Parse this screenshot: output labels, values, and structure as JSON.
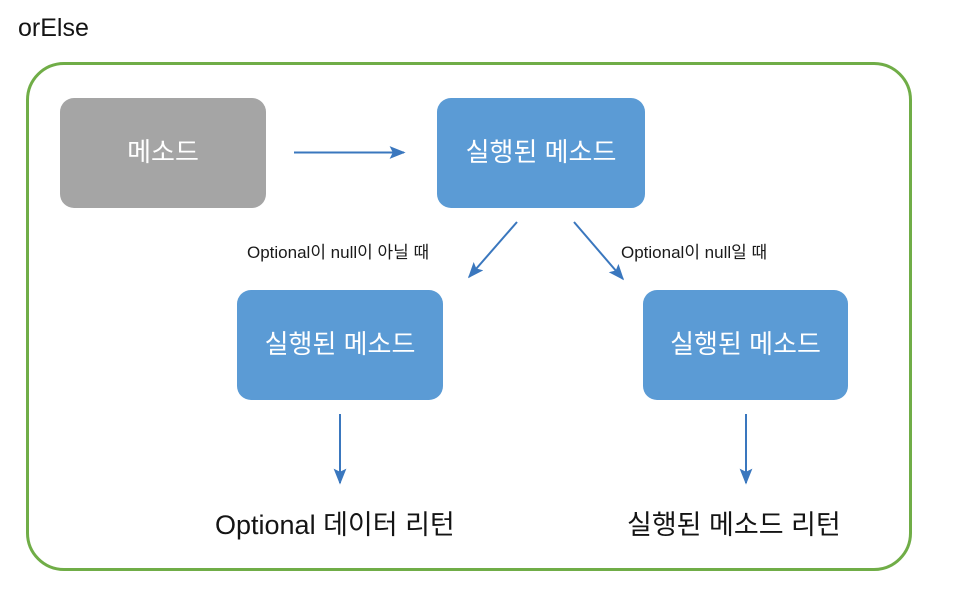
{
  "diagram": {
    "title": "orElse",
    "frame": {
      "border_color": "#70AD47"
    },
    "colors": {
      "gray_node": "#A5A5A5",
      "blue_node": "#5B9BD5",
      "arrow": "#3A77BE",
      "frame_border": "#70AD47",
      "text_dark": "#141414",
      "text_light": "#FFFFFF"
    },
    "nodes": [
      {
        "id": "method",
        "label": "메소드",
        "style": "gray"
      },
      {
        "id": "executed_top",
        "label": "실행된 메소드",
        "style": "blue"
      },
      {
        "id": "executed_left",
        "label": "실행된 메소드",
        "style": "blue"
      },
      {
        "id": "executed_right",
        "label": "실행된 메소드",
        "style": "blue"
      }
    ],
    "edge_labels": {
      "not_null": "Optional이 null이 아닐 때",
      "is_null": "Optional이 null일 때"
    },
    "terminals": {
      "left": "Optional 데이터 리턴",
      "right": "실행된 메소드 리턴"
    },
    "arrows": [
      {
        "id": "method-to-executed",
        "from": "method",
        "to": "executed_top",
        "direction": "right"
      },
      {
        "id": "executed-to-left-branch",
        "from": "executed_top",
        "to": "executed_left",
        "direction": "down-left"
      },
      {
        "id": "executed-to-right-branch",
        "from": "executed_top",
        "to": "executed_right",
        "direction": "down-right"
      },
      {
        "id": "left-branch-to-terminal",
        "from": "executed_left",
        "to": "terminal_left",
        "direction": "down"
      },
      {
        "id": "right-branch-to-terminal",
        "from": "executed_right",
        "to": "terminal_right",
        "direction": "down"
      }
    ]
  }
}
